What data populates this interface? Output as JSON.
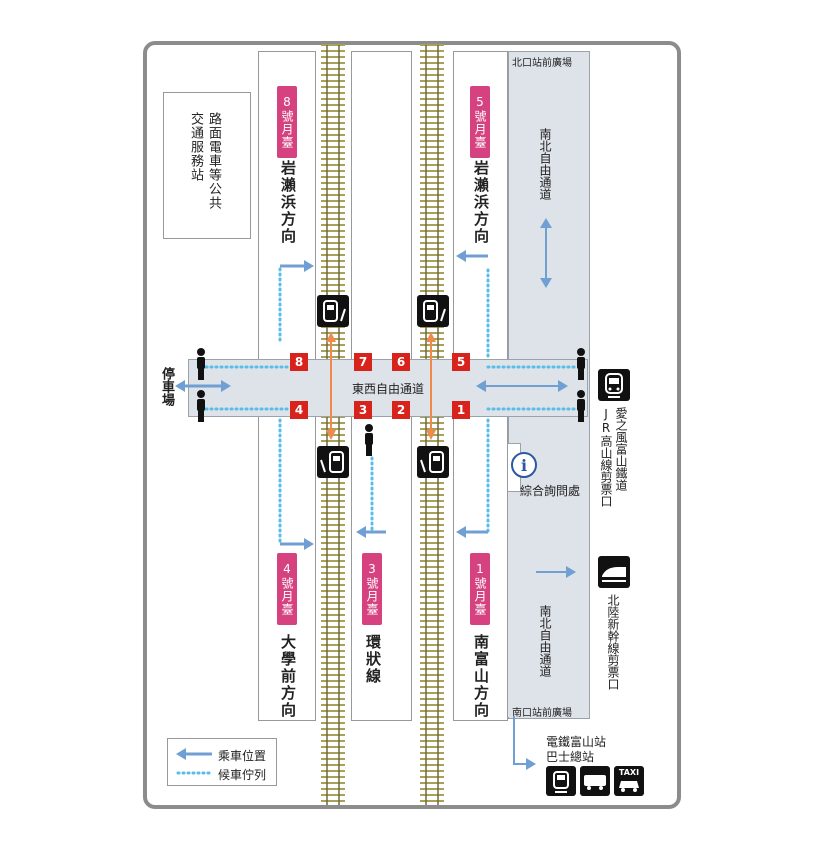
{
  "station_map": {
    "platforms": [
      {
        "num_label": "8",
        "track_label": "8號月臺",
        "direction": "岩瀨浜方向"
      },
      {
        "num_label": "7",
        "track_label": "",
        "direction": ""
      },
      {
        "num_label": "6",
        "track_label": "",
        "direction": ""
      },
      {
        "num_label": "5",
        "track_label": "5號月臺",
        "direction": "岩瀨浜方向"
      },
      {
        "num_label": "4",
        "track_label": "4號月臺",
        "direction": "大學前方向"
      },
      {
        "num_label": "3",
        "track_label": "3號月臺",
        "direction": "環狀線"
      },
      {
        "num_label": "2",
        "track_label": "",
        "direction": ""
      },
      {
        "num_label": "1",
        "track_label": "1號月臺",
        "direction": "南富山方向"
      }
    ],
    "labels": {
      "public_transport_station": "路面電車等公共交通服務站",
      "parking": "停車場",
      "east_west_passage": "東西自由通道",
      "north_plaza": "北口站前廣場",
      "south_plaza": "南口站前廣場",
      "ns_passage_top": "南北自由通道",
      "ns_passage_bottom": "南北自由通道",
      "info_center": "綜合詢問處",
      "jr_gate": "愛之風富山鐵道JR高山線剪票口",
      "shinkansen_gate": "北陸新幹線剪票口",
      "bus_terminal_line1": "電鐵富山站",
      "bus_terminal_line2": "巴士總站"
    },
    "legend": {
      "boarding": "乘車位置",
      "waiting": "候車佇列"
    },
    "colors": {
      "pink": "#d6427f",
      "red": "#d8221c",
      "blue": "#6f9fd3",
      "dotted": "#58bde8",
      "orange": "#f08a4b",
      "plaza": "#dde3e8",
      "track": "#a9a05a"
    },
    "icons": {
      "taxi": "TAXI"
    }
  }
}
